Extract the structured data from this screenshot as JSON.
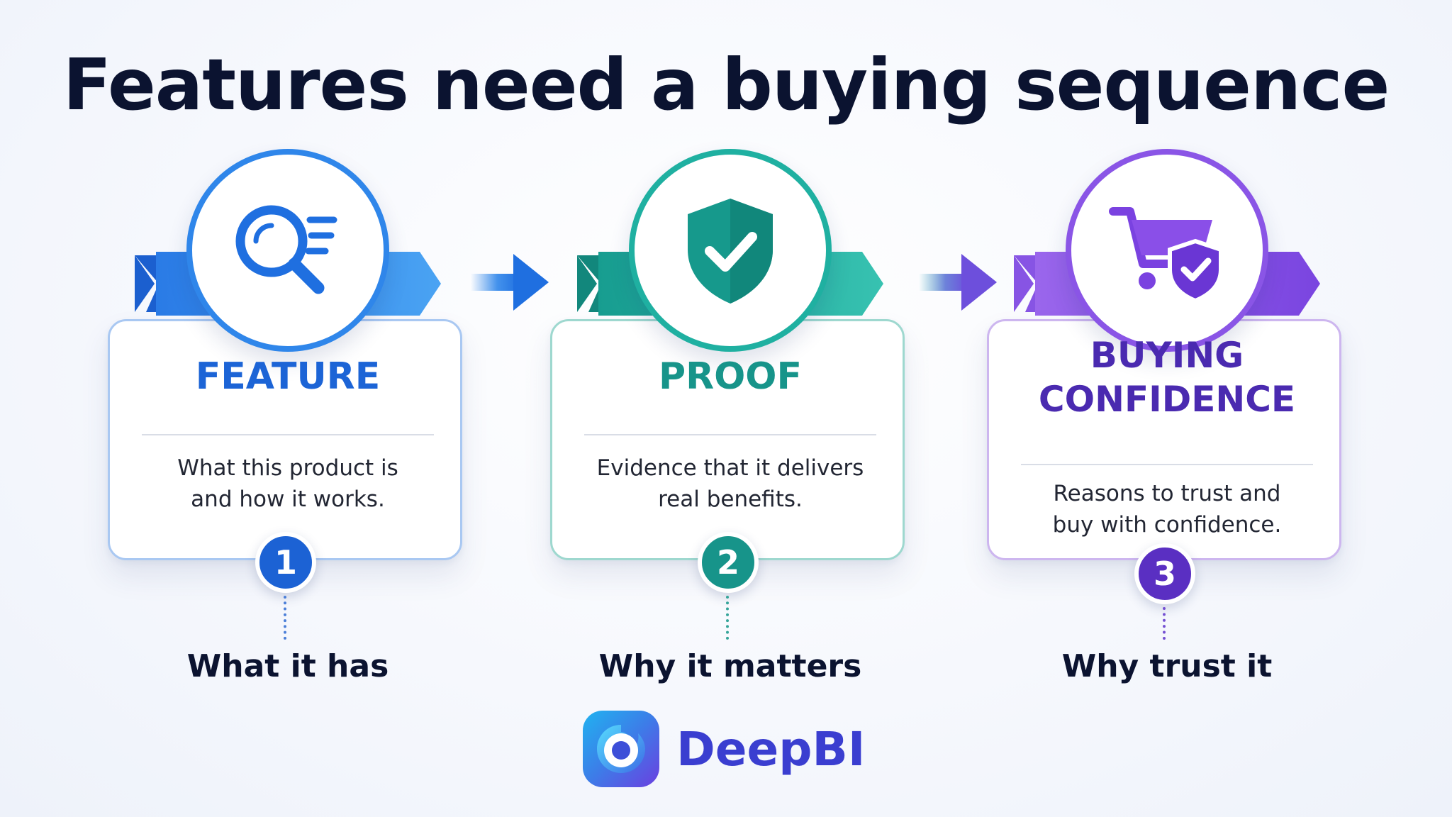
{
  "title": "Features need a buying sequence",
  "steps": [
    {
      "title": "FEATURE",
      "title_lines": [
        "FEATURE"
      ],
      "desc_lines": [
        "What this product is",
        "and how it works."
      ],
      "number": "1",
      "caption": "What it has",
      "icon": "search-icon",
      "color": "#2f86ea"
    },
    {
      "title": "PROOF",
      "title_lines": [
        "PROOF"
      ],
      "desc_lines": [
        "Evidence that it delivers",
        "real benefits."
      ],
      "number": "2",
      "caption": "Why it matters",
      "icon": "shield-check-icon",
      "color": "#1fb0a1"
    },
    {
      "title": "BUYING CONFIDENCE",
      "title_lines": [
        "BUYING",
        "CONFIDENCE"
      ],
      "desc_lines": [
        "Reasons to trust and",
        "buy with confidence."
      ],
      "number": "3",
      "caption": "Why trust it",
      "icon": "cart-shield-icon",
      "color": "#8a55e6"
    }
  ],
  "brand": {
    "name": "DeepBI",
    "icon": "deepbi-logo-icon"
  }
}
